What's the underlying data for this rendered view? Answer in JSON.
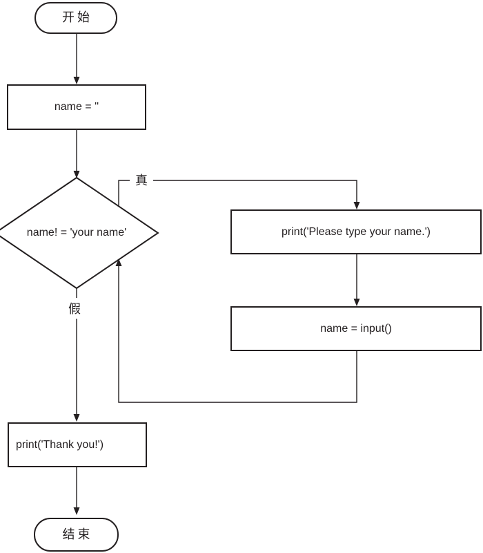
{
  "flowchart": {
    "colors": {
      "stroke": "#231f20",
      "background": "#ffffff"
    },
    "nodes": {
      "start": {
        "shape": "terminator",
        "label": "开始"
      },
      "init": {
        "shape": "process",
        "label": "name = ''"
      },
      "decision": {
        "shape": "decision",
        "label": "name! = 'your name'"
      },
      "print_prompt": {
        "shape": "process",
        "label": "print('Please type your name.')"
      },
      "input": {
        "shape": "process",
        "label": "name = input()"
      },
      "print_thanks": {
        "shape": "process",
        "label": "print('Thank you!')"
      },
      "end": {
        "shape": "terminator",
        "label": "结束"
      }
    },
    "edge_labels": {
      "true": "真",
      "false": "假"
    },
    "edges": [
      {
        "from": "start",
        "to": "init",
        "label": ""
      },
      {
        "from": "init",
        "to": "decision",
        "label": ""
      },
      {
        "from": "decision",
        "to": "print_prompt",
        "label": "真"
      },
      {
        "from": "print_prompt",
        "to": "input",
        "label": ""
      },
      {
        "from": "input",
        "to": "decision",
        "label": ""
      },
      {
        "from": "decision",
        "to": "print_thanks",
        "label": "假"
      },
      {
        "from": "print_thanks",
        "to": "end",
        "label": ""
      }
    ]
  }
}
